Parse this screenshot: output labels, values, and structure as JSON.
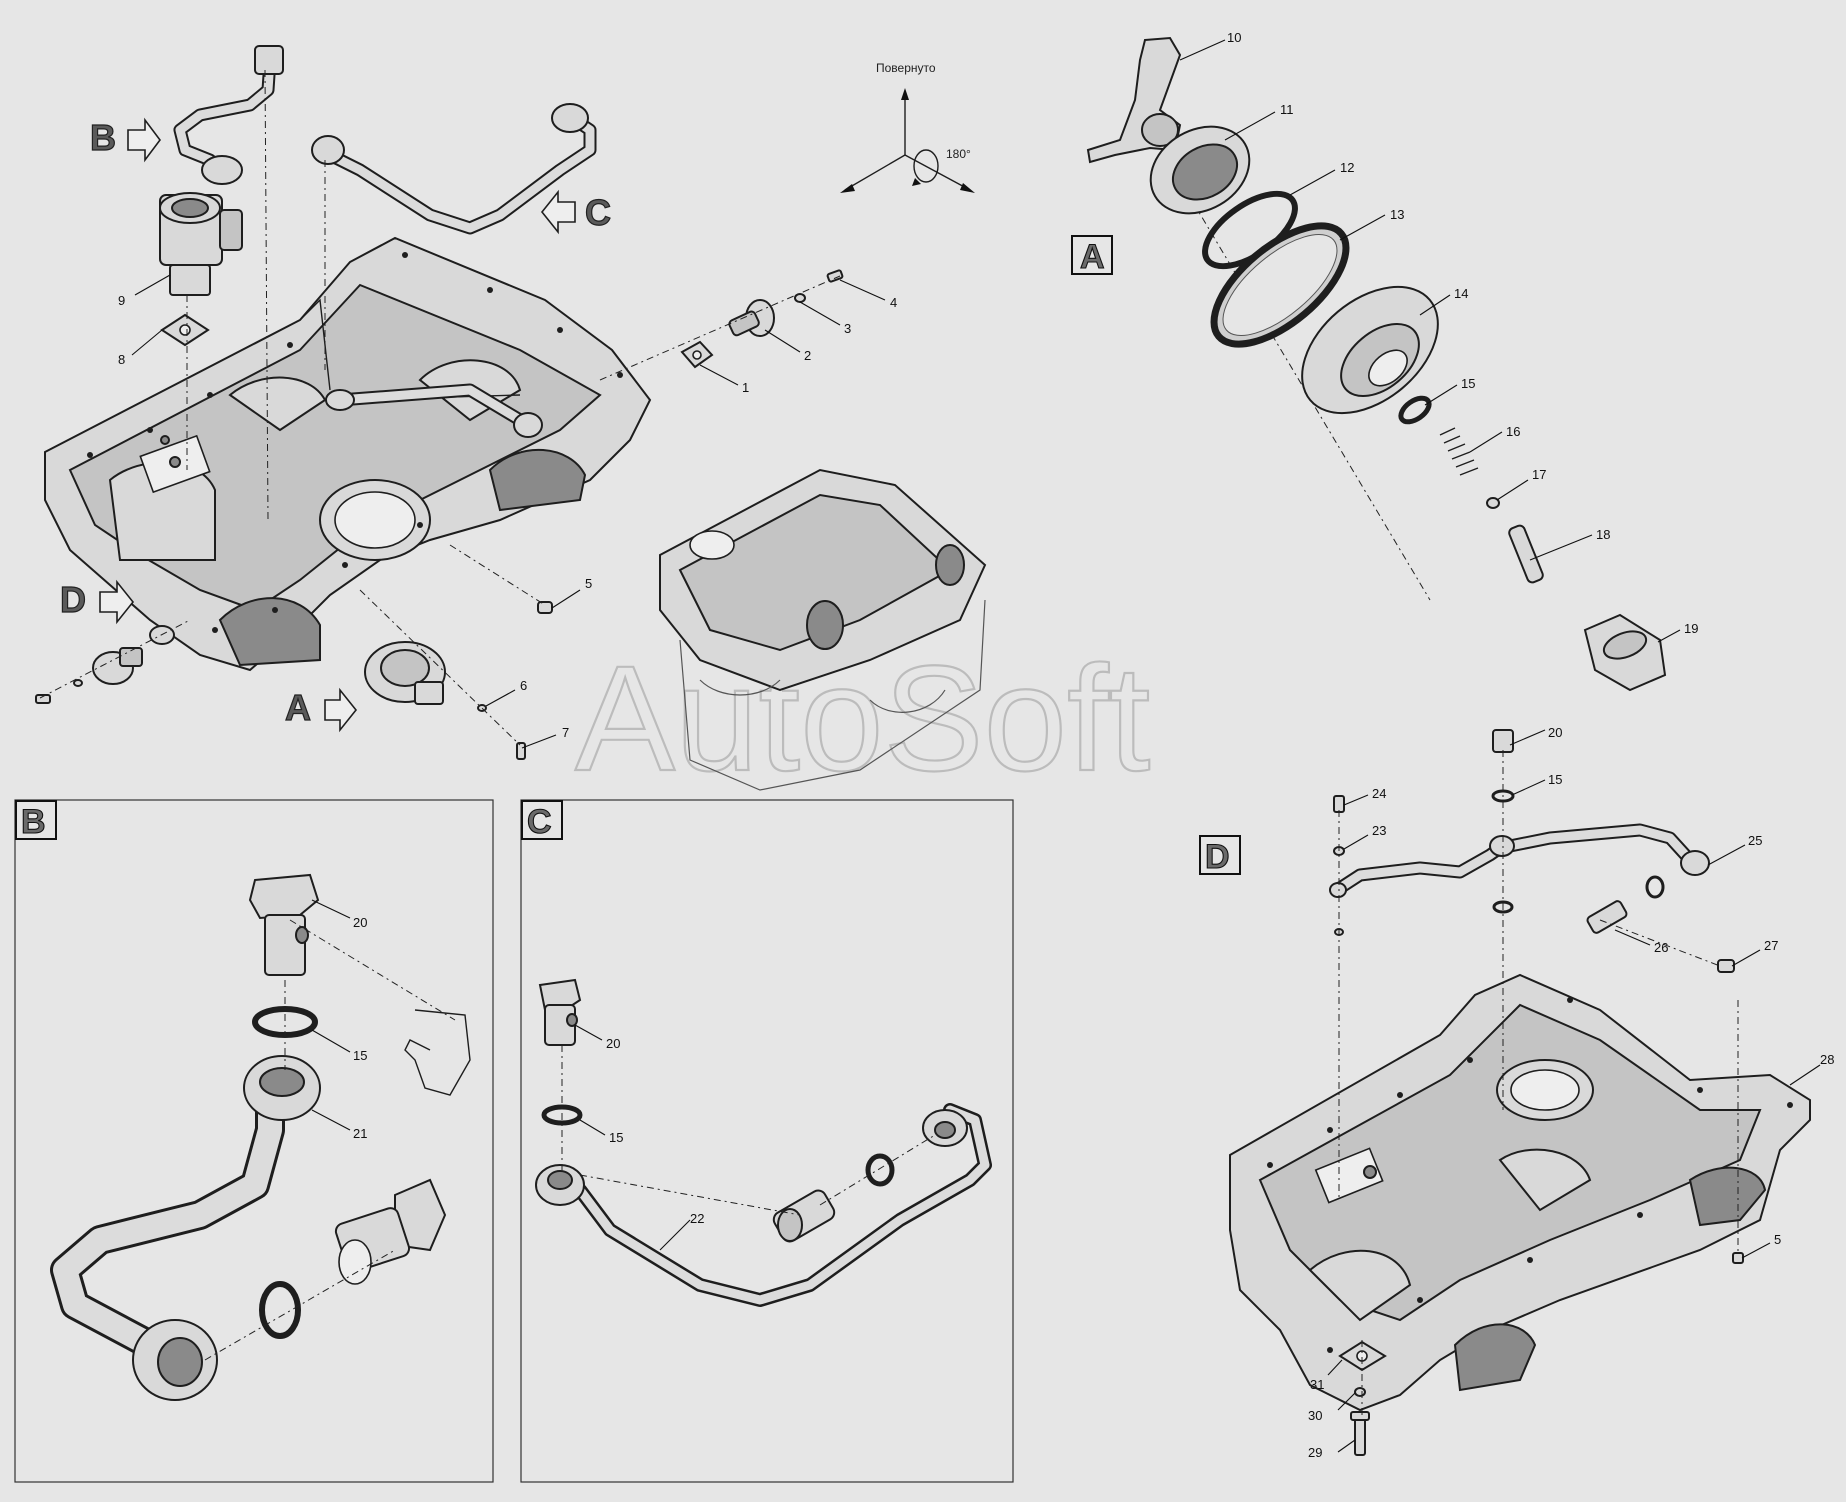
{
  "rotation_note": {
    "label": "Повернуто",
    "angle": "180°"
  },
  "watermark": "AutoSoft",
  "view_labels": {
    "A": "A",
    "B": "B",
    "C": "C",
    "D": "D"
  },
  "callouts": [
    {
      "id": "c1",
      "text": "1"
    },
    {
      "id": "c2",
      "text": "2"
    },
    {
      "id": "c3",
      "text": "3"
    },
    {
      "id": "c4",
      "text": "4"
    },
    {
      "id": "c5",
      "text": "5"
    },
    {
      "id": "c6",
      "text": "6"
    },
    {
      "id": "c7",
      "text": "7"
    },
    {
      "id": "c8",
      "text": "8"
    },
    {
      "id": "c9",
      "text": "9"
    },
    {
      "id": "c10",
      "text": "10"
    },
    {
      "id": "c11",
      "text": "11"
    },
    {
      "id": "c12",
      "text": "12"
    },
    {
      "id": "c13",
      "text": "13"
    },
    {
      "id": "c14",
      "text": "14"
    },
    {
      "id": "c15a",
      "text": "15"
    },
    {
      "id": "c16",
      "text": "16"
    },
    {
      "id": "c17",
      "text": "17"
    },
    {
      "id": "c18",
      "text": "18"
    },
    {
      "id": "c19",
      "text": "19"
    },
    {
      "id": "cb20",
      "text": "20"
    },
    {
      "id": "cb15",
      "text": "15"
    },
    {
      "id": "cb21",
      "text": "21"
    },
    {
      "id": "cc20",
      "text": "20"
    },
    {
      "id": "cc15",
      "text": "15"
    },
    {
      "id": "cc22",
      "text": "22"
    },
    {
      "id": "cd20",
      "text": "20"
    },
    {
      "id": "cd15",
      "text": "15"
    },
    {
      "id": "cd24",
      "text": "24"
    },
    {
      "id": "cd23",
      "text": "23"
    },
    {
      "id": "cd25",
      "text": "25"
    },
    {
      "id": "cd26",
      "text": "26"
    },
    {
      "id": "cd27",
      "text": "27"
    },
    {
      "id": "cd28",
      "text": "28"
    },
    {
      "id": "cd5",
      "text": "5"
    },
    {
      "id": "cd31",
      "text": "31"
    },
    {
      "id": "cd30",
      "text": "30"
    },
    {
      "id": "cd29",
      "text": "29"
    }
  ]
}
